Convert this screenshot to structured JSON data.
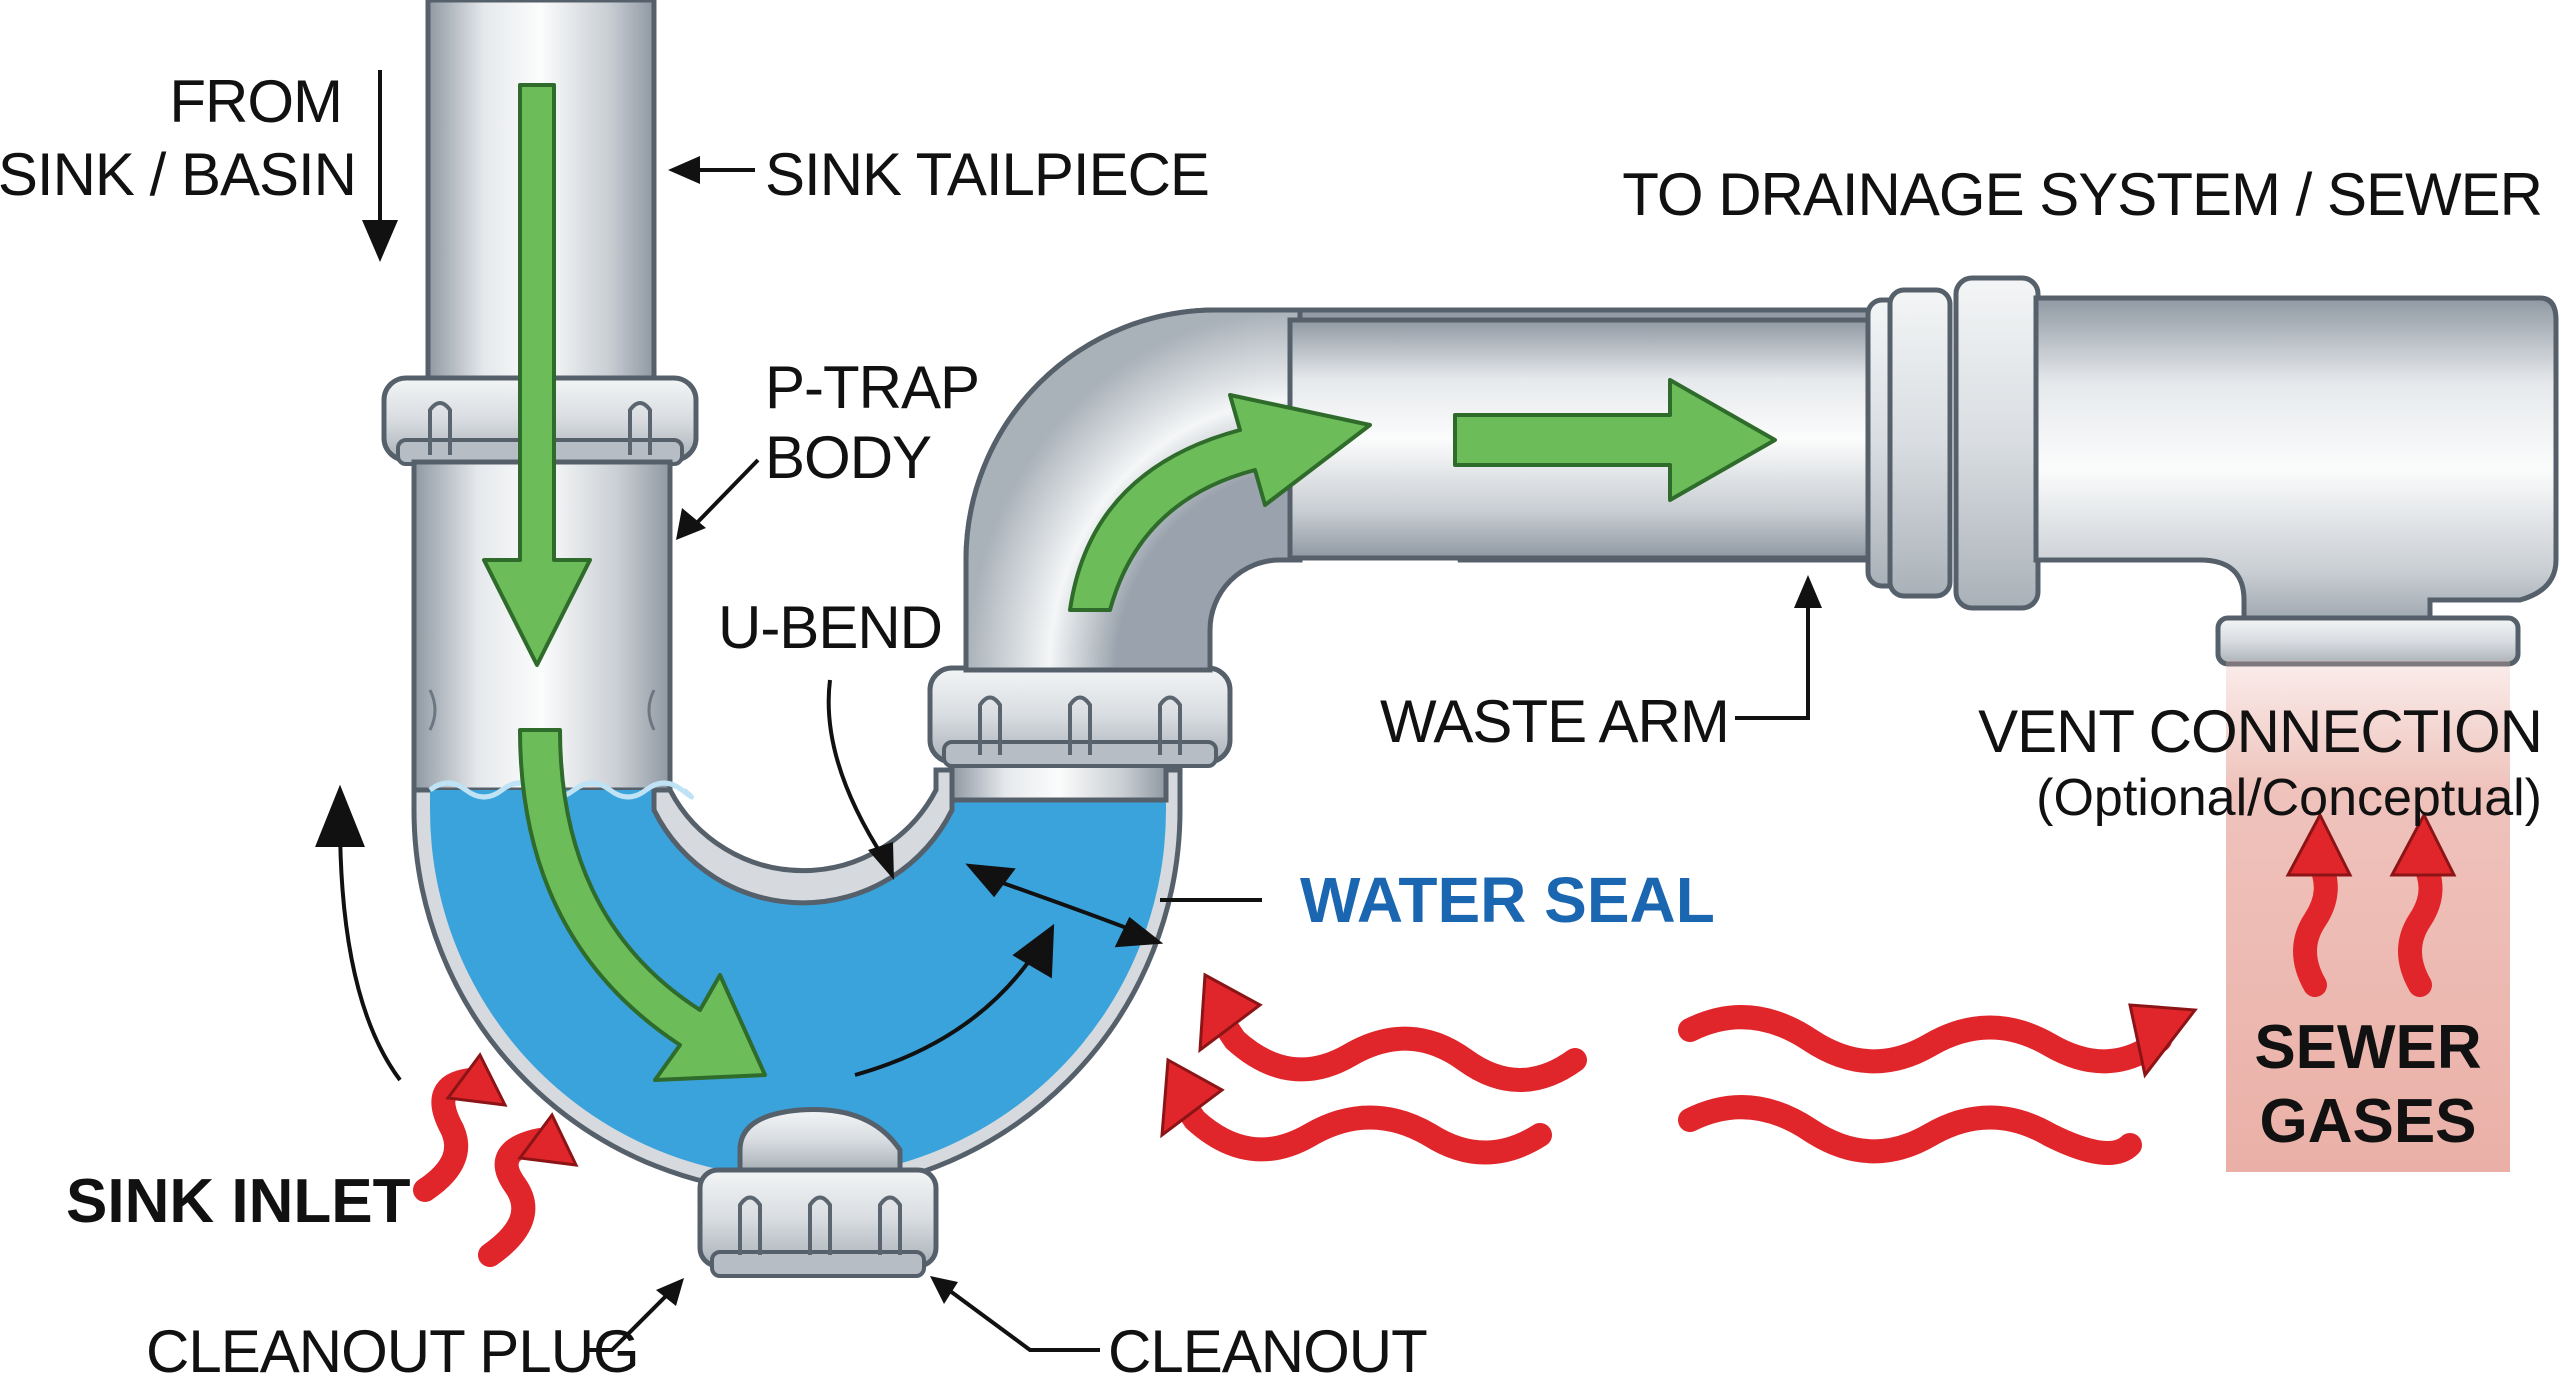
{
  "labels": {
    "from_sink_line1": "FROM",
    "from_sink_line2": "SINK / BASIN",
    "sink_tailpiece": "SINK TAILPIECE",
    "ptrap_line1": "P-TRAP",
    "ptrap_line2": "BODY",
    "u_bend": "U-BEND",
    "waste_arm": "WASTE ARM",
    "to_drainage": "TO DRAINAGE SYSTEM / SEWER",
    "vent_connection": "VENT CONNECTION",
    "vent_note": "(Optional/Conceptual)",
    "water_seal": "WATER SEAL",
    "sewer_gases_line1": "SEWER",
    "sewer_gases_line2": "GASES",
    "sink_inlet": "SINK INLET",
    "cleanout_plug": "CLEANOUT PLUG",
    "cleanout": "CLEANOUT"
  },
  "colors": {
    "water": "#3aa3dc",
    "flow_arrow": "#6cbd5a",
    "gas_arrow": "#e0262a",
    "gas_zone": "#ecb8b0",
    "pipe_light": "#e9ecef",
    "pipe_dark": "#9aa3ad",
    "seal_label": "#1b66b0"
  },
  "icons": {
    "flow": "flow-arrow-icon",
    "gas": "gas-wave-arrow-icon"
  }
}
